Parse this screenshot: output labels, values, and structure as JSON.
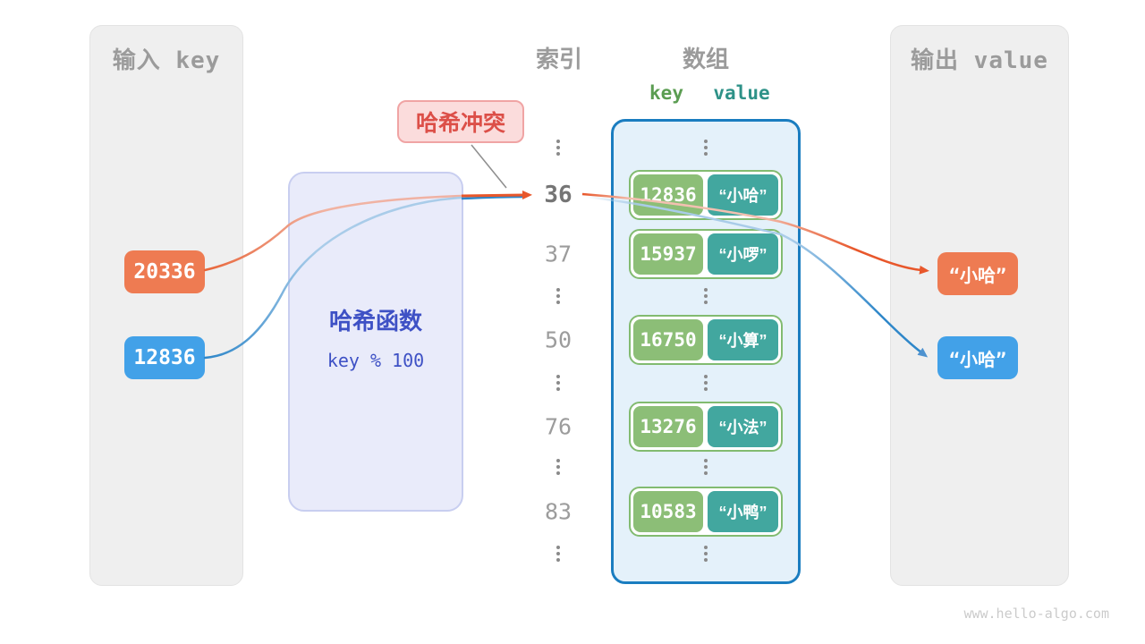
{
  "left_panel": {
    "header": "输入 key",
    "items": [
      {
        "value": "20336",
        "color": "orange"
      },
      {
        "value": "12836",
        "color": "blue"
      }
    ]
  },
  "hash_box": {
    "title": "哈希函数",
    "formula": "key % 100"
  },
  "collision_label": {
    "text": "哈希冲突"
  },
  "index_column": {
    "header": "索引",
    "values": [
      "36",
      "37",
      "50",
      "76",
      "83"
    ],
    "highlighted_value": "36"
  },
  "array": {
    "header": "数组",
    "key_label": "key",
    "value_label": "value",
    "rows": [
      {
        "key": "12836",
        "value": "“小哈”"
      },
      {
        "key": "15937",
        "value": "“小啰”"
      },
      {
        "key": "16750",
        "value": "“小算”"
      },
      {
        "key": "13276",
        "value": "“小法”"
      },
      {
        "key": "10583",
        "value": "“小鸭”"
      }
    ]
  },
  "right_panel": {
    "header": "输出 value",
    "items": [
      {
        "value": "“小哈”",
        "color": "orange"
      },
      {
        "value": "“小哈”",
        "color": "blue"
      }
    ]
  },
  "watermark": {
    "text": "www.hello-algo.com"
  },
  "colors": {
    "orange": "#EE7B52",
    "blue": "#42A1E8",
    "green": "#8CBE77",
    "teal": "#42A79F",
    "row_border": "#82BB70",
    "array_border": "#1A7DC0",
    "array_bg": "#E4F1FA",
    "hash_bg": "#E9EBFA",
    "hash_border": "#C8CEF0",
    "hash_text": "#3E51C5",
    "collision_bg": "#FBDCDC",
    "collision_border": "#F0A4A4",
    "collision_text": "#DC4F48",
    "key_label": "#5B9D52",
    "value_label": "#2E9288",
    "panel_bg": "#EFEFEF",
    "header_text": "#9B9B9B",
    "index_text": "#9C9C9C",
    "arrow_orange": "#E8572B",
    "arrow_blue": "#2F87C9"
  }
}
